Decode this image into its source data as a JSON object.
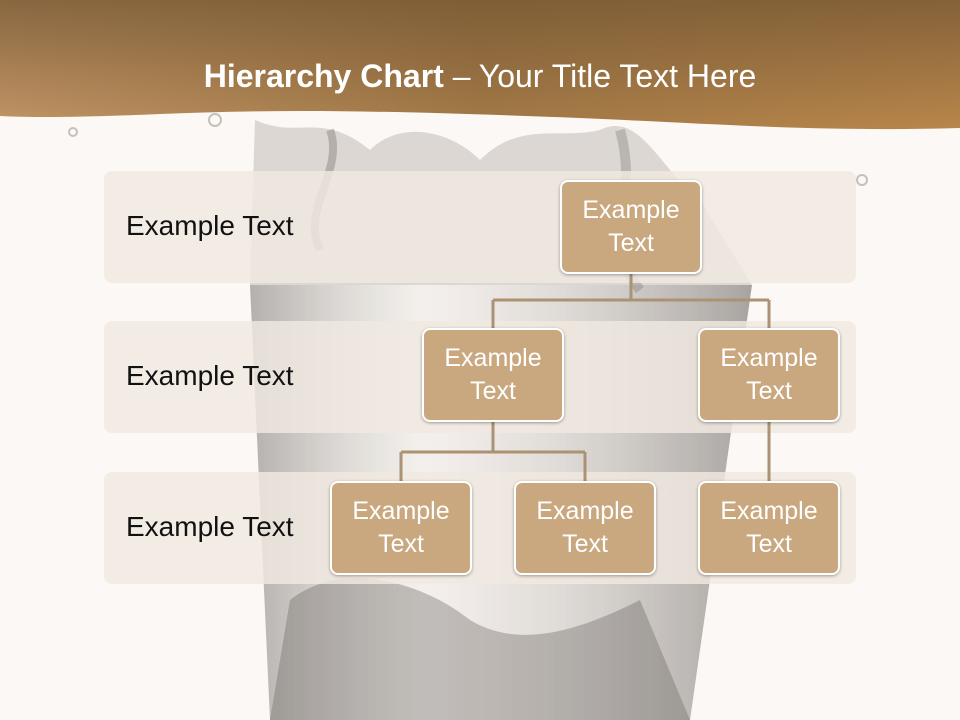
{
  "title": {
    "bold": "Hierarchy Chart",
    "regular": " – Your Title Text Here"
  },
  "levels": [
    {
      "label": "Example Text"
    },
    {
      "label": "Example Text"
    },
    {
      "label": "Example Text"
    }
  ],
  "nodes": {
    "root": "Example Text",
    "level2_left": "Example Text",
    "level2_right": "Example Text",
    "level3_left": "Example Text",
    "level3_middle": "Example Text",
    "level3_right": "Example Text"
  },
  "colors": {
    "header_brown": "#7c5a33",
    "header_tan": "#b8884e",
    "node_fill": "#c9a880",
    "band_fill": "#f0e9e1",
    "connector": "#ab9275"
  }
}
